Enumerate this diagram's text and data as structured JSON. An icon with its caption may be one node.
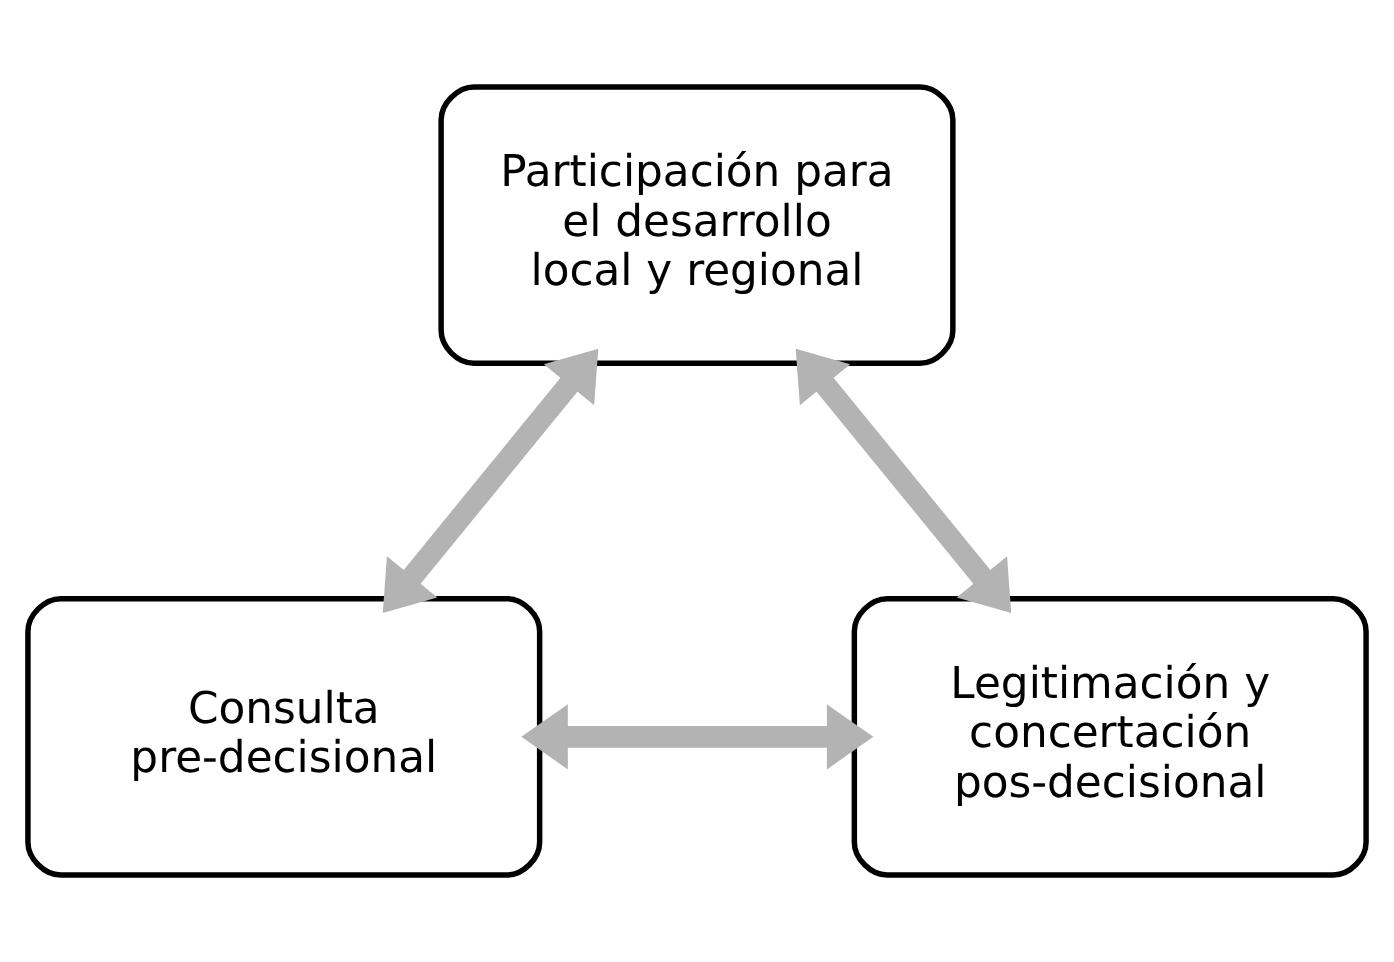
{
  "diagram": {
    "nodes": [
      {
        "text": [
          "Participación para el desarrollo local y regional"
        ]
      },
      {
        "text": [
          "Consulta pre-decisional"
        ]
      },
      {
        "text": [
          "Legitimación y concertación pos-decisional"
        ]
      }
    ],
    "edges": [
      {
        "from": 0,
        "to": 1,
        "arrow": "both"
      },
      {
        "from": 0,
        "to": 2,
        "arrow": "both"
      },
      {
        "from": 1,
        "to": 2,
        "arrow": "both"
      }
    ]
  }
}
